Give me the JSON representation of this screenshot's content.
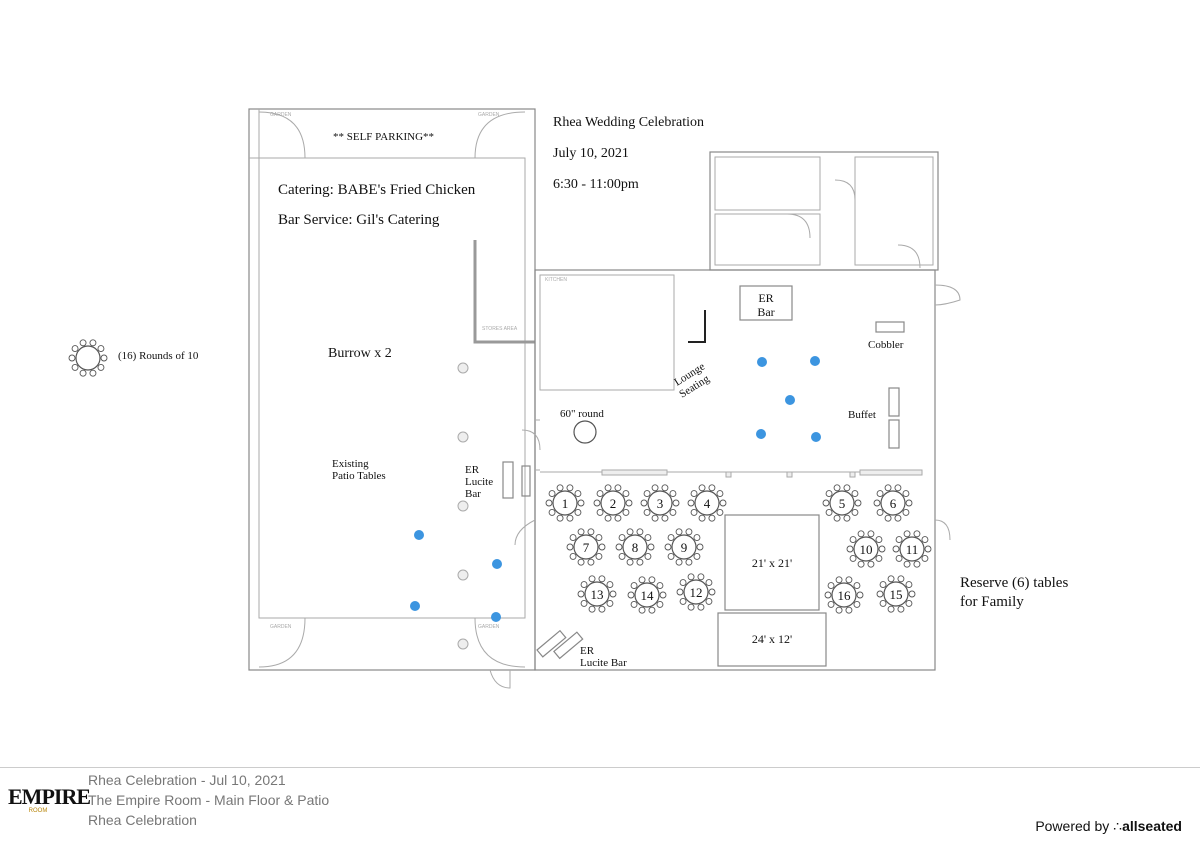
{
  "event": {
    "title": "Rhea Wedding Celebration",
    "date": "July 10, 2021",
    "time": "6:30 - 11:00pm"
  },
  "notes": {
    "parking": "** SELF PARKING**",
    "catering": "Catering: BABE's Fried Chicken",
    "bar_service": "Bar Service: Gil's Catering",
    "burrow": "Burrow x 2",
    "legend": "(16) Rounds of 10",
    "reserve_line1": "Reserve (6) tables",
    "reserve_line2": "for Family"
  },
  "areas": {
    "garden": "GARDEN",
    "kitchen": "KITCHEN",
    "storage": "STORES AREA",
    "er_bar_1": "ER",
    "er_bar_2": "Bar",
    "cobbler": "Cobbler",
    "buffet": "Buffet",
    "lounge_1": "Lounge",
    "lounge_2": "Seating",
    "round60": "60\" round",
    "patio_1": "Existing",
    "patio_2": "Patio Tables",
    "lucite_1": "ER",
    "lucite_2": "Lucite",
    "lucite_3": "Bar",
    "lucite_bottom_1": "ER",
    "lucite_bottom_2": "Lucite Bar",
    "dance_floor": "21' x 21'",
    "stage": "24' x 12'"
  },
  "tables": [
    "1",
    "2",
    "3",
    "4",
    "5",
    "6",
    "7",
    "8",
    "9",
    "10",
    "11",
    "12",
    "13",
    "14",
    "15",
    "16"
  ],
  "footer": {
    "line1": "Rhea Celebration - Jul 10, 2021",
    "line2": "The Empire Room - Main Floor & Patio",
    "line3": "Rhea Celebration",
    "powered_by": "Powered by",
    "brand": "allseated",
    "logo_text": "EMPIRE",
    "logo_small": "ROOM"
  },
  "colors": {
    "highlight": "#3c95e0",
    "wall": "#888888"
  }
}
